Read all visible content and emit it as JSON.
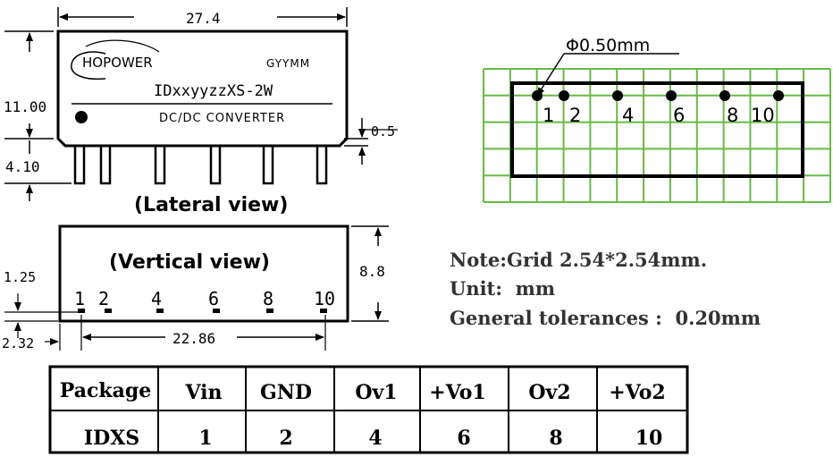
{
  "lateral": {
    "dim_width": "27.4",
    "dim_height": "11.00",
    "dim_pin_length": "4.10",
    "dim_standoff": "0.5",
    "brand": "HOPOWER",
    "date_code": "GYYMM",
    "model": "IDxxyyzzXS-2W",
    "product_type": "DC/DC CONVERTER",
    "caption": "(Lateral view)"
  },
  "vertical": {
    "caption": "(Vertical view)",
    "pin_labels": [
      "1",
      "2",
      "4",
      "6",
      "8",
      "10"
    ],
    "dim_height": "8.8",
    "dim_pin_offset": "1.25",
    "dim_edge_offset": "2.32",
    "dim_pin_span": "22.86"
  },
  "footprint": {
    "hole_label": "Φ0.50mm",
    "pin_labels": [
      "1",
      "2",
      "4",
      "6",
      "8",
      "10"
    ]
  },
  "notes": {
    "grid": "Note:Grid 2.54*2.54mm.",
    "unit": "Unit:  mm",
    "tolerance": "General tolerances :  0.20mm"
  },
  "colors": {
    "grid": "#66bb44",
    "ink": "#000000"
  },
  "table": {
    "headers": [
      "Package",
      "Vin",
      "GND",
      "Ov1",
      "+Vo1",
      "Ov2",
      "+Vo2"
    ],
    "rows": [
      [
        "IDXS",
        "1",
        "2",
        "4",
        "6",
        "8",
        "10"
      ]
    ]
  }
}
